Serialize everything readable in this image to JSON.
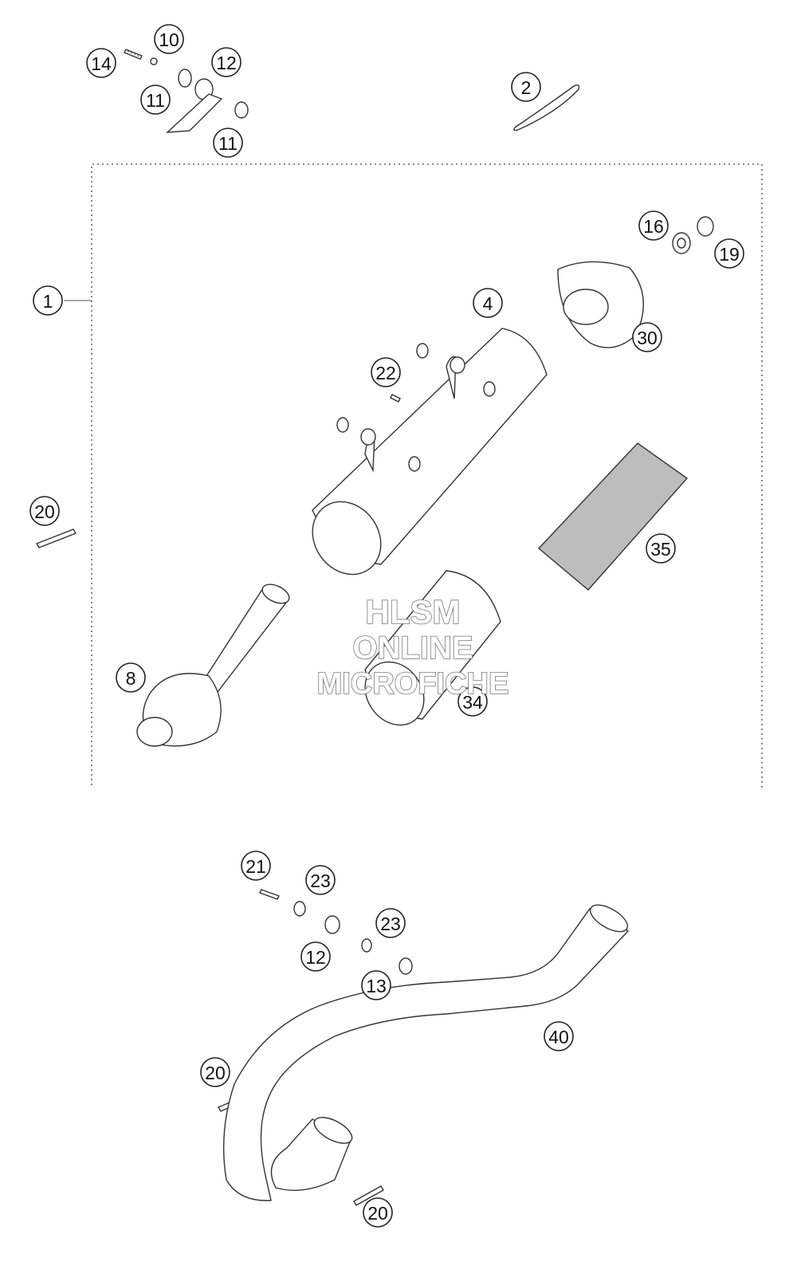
{
  "diagram": {
    "callouts": [
      {
        "id": "c14",
        "label": "14"
      },
      {
        "id": "c10",
        "label": "10"
      },
      {
        "id": "c12a",
        "label": "12"
      },
      {
        "id": "c11a",
        "label": "11"
      },
      {
        "id": "c11b",
        "label": "11"
      },
      {
        "id": "c2",
        "label": "2"
      },
      {
        "id": "c1",
        "label": "1"
      },
      {
        "id": "c16",
        "label": "16"
      },
      {
        "id": "c19",
        "label": "19"
      },
      {
        "id": "c4",
        "label": "4"
      },
      {
        "id": "c30",
        "label": "30"
      },
      {
        "id": "c22",
        "label": "22"
      },
      {
        "id": "c20a",
        "label": "20"
      },
      {
        "id": "c35",
        "label": "35"
      },
      {
        "id": "c8",
        "label": "8"
      },
      {
        "id": "c34",
        "label": "34"
      },
      {
        "id": "c21",
        "label": "21"
      },
      {
        "id": "c23a",
        "label": "23"
      },
      {
        "id": "c23b",
        "label": "23"
      },
      {
        "id": "c12b",
        "label": "12"
      },
      {
        "id": "c13",
        "label": "13"
      },
      {
        "id": "c40",
        "label": "40"
      },
      {
        "id": "c20b",
        "label": "20"
      },
      {
        "id": "c20c",
        "label": "20"
      }
    ],
    "watermark": {
      "line1": "HLSM",
      "line2": "ONLINE",
      "line3": "MICROFICHE"
    }
  }
}
